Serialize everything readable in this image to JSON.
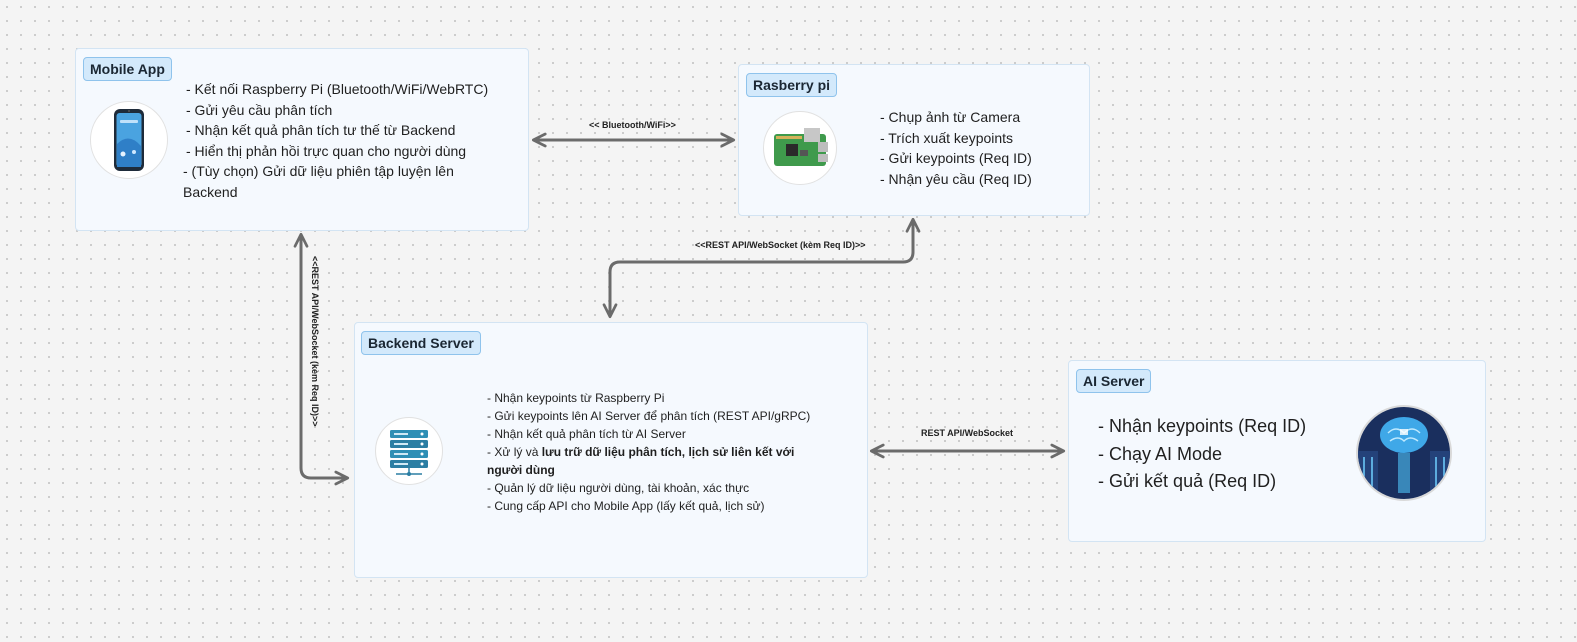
{
  "mobile": {
    "title": "Mobile App",
    "items": [
      "- Kết nối Raspberry Pi (Bluetooth/WiFi/WebRTC)",
      "- Gửi yêu cầu phân tích",
      "- Nhận kết quả phân tích tư thế từ Backend",
      "- Hiển thị phản hồi trực quan cho người dùng"
    ],
    "extra_line1": "- (Tùy chọn) Gửi dữ liệu phiên tập luyện lên",
    "extra_line2": "Backend"
  },
  "raspberry": {
    "title": "Rasberry pi",
    "items": [
      "- Chụp ảnh từ Camera",
      "- Trích xuất keypoints",
      "- Gửi keypoints (Req ID)",
      "- Nhận yêu cầu (Req ID)"
    ]
  },
  "backend": {
    "title": "Backend Server",
    "items": [
      "- Nhận keypoints từ Raspberry Pi",
      "- Gửi keypoints lên AI Server để phân tích (REST API/gRPC)",
      "- Nhận kết quả phân tích từ AI Server"
    ],
    "item4_prefix": "- Xử lý và ",
    "item4_bold": "lưu trữ dữ liệu phân tích, lịch sử liên kết với",
    "item4_bold_line2": "người dùng",
    "items_after": [
      "- Quản lý dữ liệu người dùng, tài khoản, xác thực",
      "- Cung cấp API cho Mobile App (lấy kết quả, lịch sử)"
    ]
  },
  "ai": {
    "title": "AI Server",
    "items": [
      "- Nhận keypoints (Req ID)",
      "- Chạy AI Mode",
      "- Gửi kết quả (Req ID)"
    ]
  },
  "connections": {
    "mobile_raspberry": "<< Bluetooth/WiFi>>",
    "raspberry_backend": "<<REST API/WebSocket (kèm Req ID)>>",
    "mobile_backend": "<<REST API/WebSocket (kèm Req ID)>>",
    "backend_ai": "REST API/WebSocket"
  },
  "colors": {
    "accent": "#d3e9fb",
    "accent_border": "#8fc3ec",
    "box_bg": "#f5f9fe",
    "arrow": "#6b6b6b"
  }
}
